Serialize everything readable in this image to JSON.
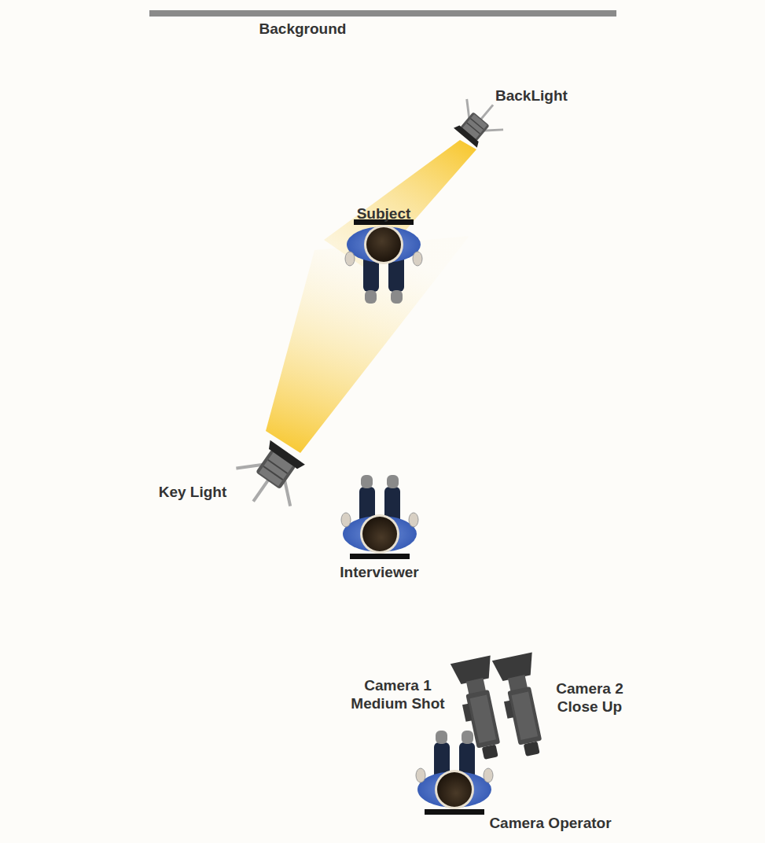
{
  "diagram": {
    "labels": [
      "Background",
      "BackLight",
      "Subject",
      "Key Light",
      "Interviewer",
      "Camera 1 Medium Shot",
      "Camera 2 Close Up",
      "Camera Operator"
    ]
  }
}
